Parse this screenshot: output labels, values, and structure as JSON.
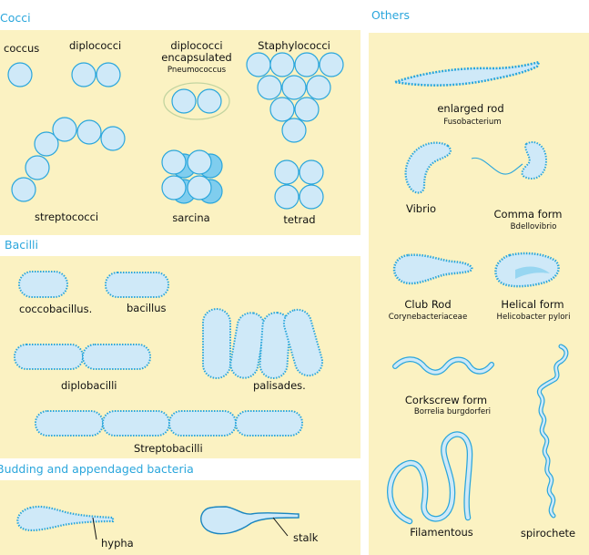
{
  "colors": {
    "panel": "#fbf2c2",
    "cell_fill": "#cfe9f8",
    "cell_stroke": "#2aa6dc",
    "cell_shade": "#7fcdee",
    "heading": "#2aa6dc",
    "text": "#111111"
  },
  "sections": {
    "cocci": "Cocci",
    "bacilli": "Bacilli",
    "budding": "Budding and appendaged bacteria",
    "others": "Others"
  },
  "labels": {
    "coccus": "coccus",
    "diplococci": "diplococci",
    "diplococci_enc_1": "diplococci",
    "diplococci_enc_2": "encapsulated",
    "pneumococcus": "Pneumococcus",
    "staphylococci": "Staphylococci",
    "streptococci": "streptococci",
    "sarcina": "sarcina",
    "tetrad": "tetrad",
    "coccobacillus": "coccobacillus.",
    "bacillus": "bacillus",
    "diplobacilli": "diplobacilli",
    "palisades": "palisades.",
    "streptobacilli": "Streptobacilli",
    "hypha": "hypha",
    "stalk": "stalk",
    "enlarged_rod": "enlarged rod",
    "fusobacterium": "Fusobacterium",
    "vibrio": "Vibrio",
    "comma_form": "Comma form",
    "bdellovibrio": "Bdellovibrio",
    "club_rod": "Club Rod",
    "corynebacteriaceae": "Corynebacteriaceae",
    "helical_form": "Helical form",
    "helicobacter": "Helicobacter pylori",
    "corkscrew_form": "Corkscrew form",
    "borrelia": "Borrelia burgdorferi",
    "filamentous": "Filamentous",
    "spirochete": "spirochete"
  }
}
